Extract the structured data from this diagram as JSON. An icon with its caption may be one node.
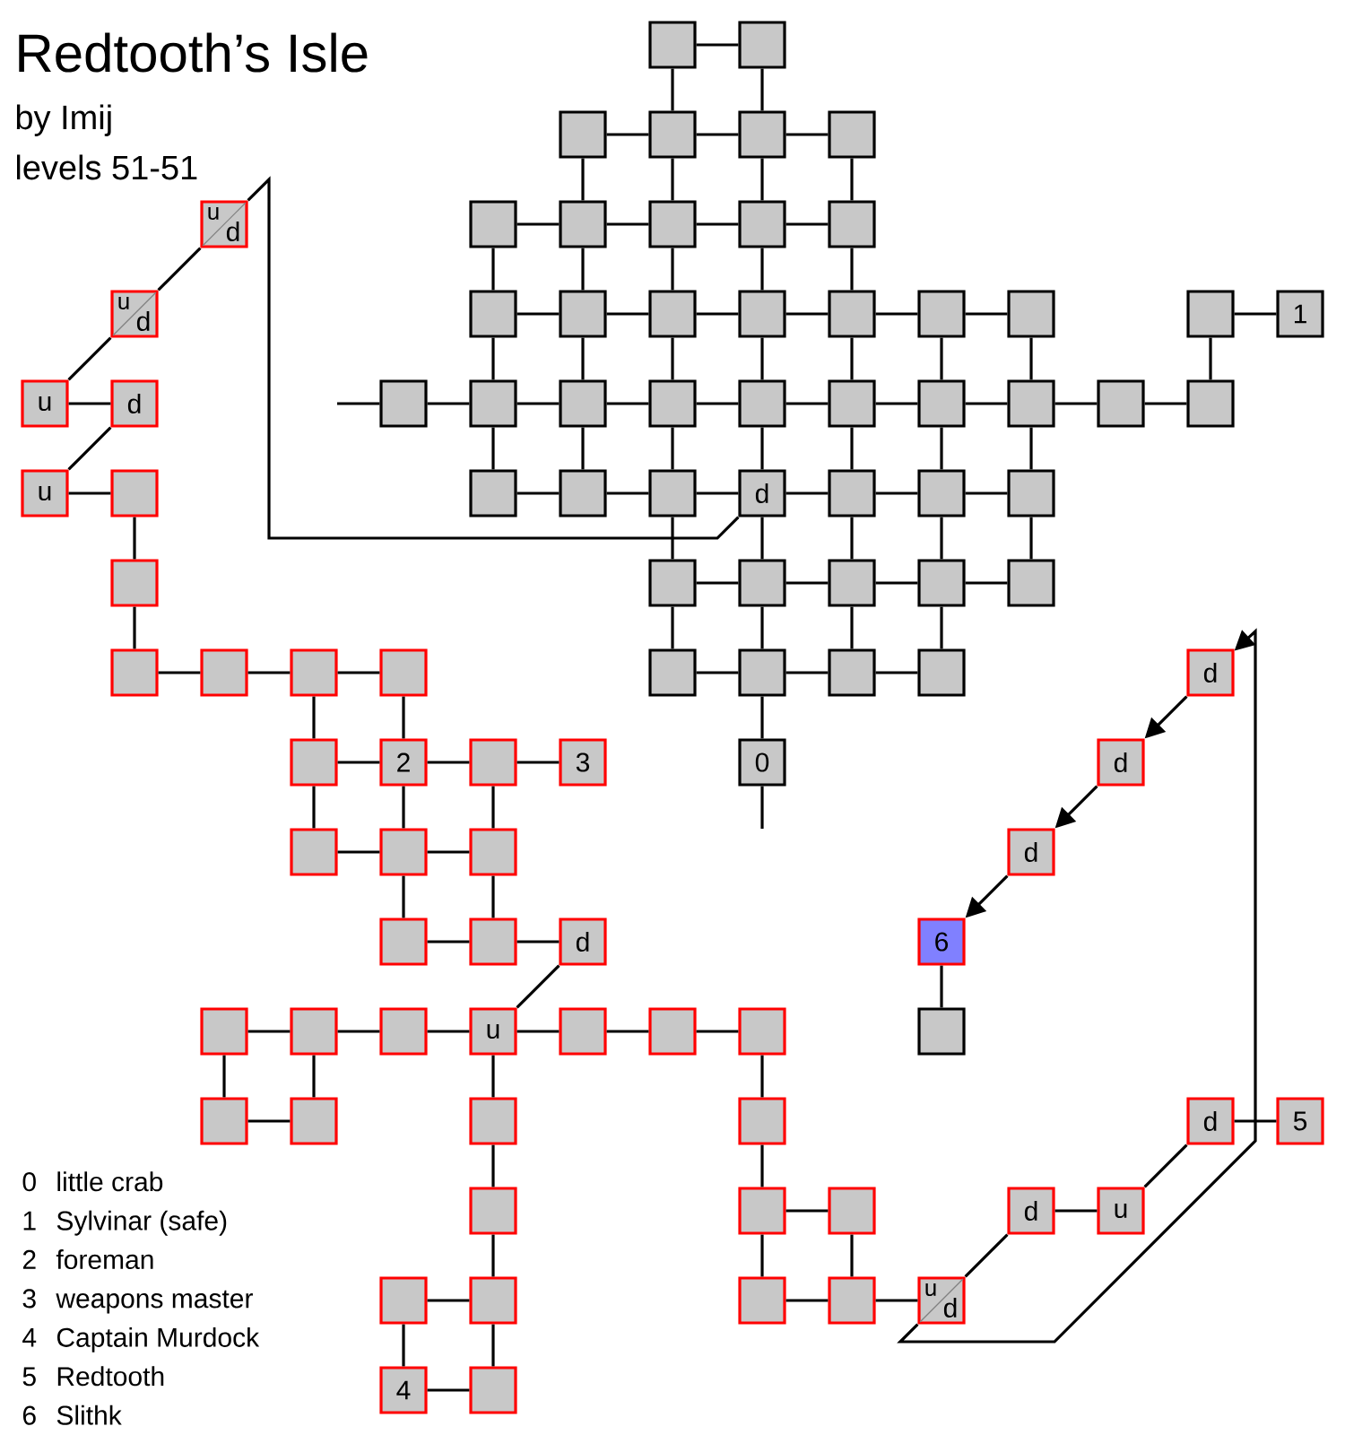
{
  "diagram": {
    "title": "Redtooth’s Isle",
    "nodes": [
      {
        "text": [],
        "shape": "box"
      },
      {
        "text": [],
        "shape": "box"
      },
      {
        "text": [],
        "shape": "box"
      },
      {
        "text": [],
        "shape": "box"
      },
      {
        "text": [],
        "shape": "box"
      },
      {
        "text": [],
        "shape": "box"
      },
      {
        "text": [
          "u",
          "d"
        ]
      },
      {
        "text": [],
        "shape": "box"
      },
      {
        "text": [],
        "shape": "box"
      },
      {
        "text": [],
        "shape": "box"
      },
      {
        "text": [],
        "shape": "box"
      },
      {
        "text": [],
        "shape": "box"
      },
      {
        "text": [
          "u",
          "d"
        ]
      },
      {
        "text": [],
        "shape": "box"
      },
      {
        "text": [],
        "shape": "box"
      },
      {
        "text": [],
        "shape": "box"
      },
      {
        "text": [],
        "shape": "box"
      },
      {
        "text": [],
        "shape": "box"
      },
      {
        "text": [],
        "shape": "box"
      },
      {
        "text": [],
        "shape": "box"
      },
      {
        "text": [],
        "shape": "box"
      },
      {
        "text": [
          "1"
        ]
      },
      {
        "text": [
          "u"
        ]
      },
      {
        "text": [
          "d"
        ]
      },
      {
        "text": [],
        "shape": "box"
      },
      {
        "text": [],
        "shape": "box"
      },
      {
        "text": [],
        "shape": "box"
      },
      {
        "text": [],
        "shape": "box"
      },
      {
        "text": [],
        "shape": "box"
      },
      {
        "text": [],
        "shape": "box"
      },
      {
        "text": [],
        "shape": "box"
      },
      {
        "text": [],
        "shape": "box"
      },
      {
        "text": [],
        "shape": "box"
      },
      {
        "text": [],
        "shape": "box"
      },
      {
        "text": [
          "u"
        ]
      },
      {
        "text": [],
        "shape": "box"
      },
      {
        "text": [],
        "shape": "box"
      },
      {
        "text": [],
        "shape": "box"
      },
      {
        "text": [],
        "shape": "box"
      },
      {
        "text": [
          "d"
        ]
      },
      {
        "text": [],
        "shape": "box"
      },
      {
        "text": [],
        "shape": "box"
      },
      {
        "text": [],
        "shape": "box"
      },
      {
        "text": [],
        "shape": "box"
      },
      {
        "text": [],
        "shape": "box"
      },
      {
        "text": [],
        "shape": "box"
      },
      {
        "text": [],
        "shape": "box"
      },
      {
        "text": [],
        "shape": "box"
      },
      {
        "text": [],
        "shape": "box"
      },
      {
        "text": [],
        "shape": "box"
      },
      {
        "text": [],
        "shape": "box"
      },
      {
        "text": [],
        "shape": "box"
      },
      {
        "text": [],
        "shape": "box"
      },
      {
        "text": [],
        "shape": "box"
      },
      {
        "text": [],
        "shape": "box"
      },
      {
        "text": [],
        "shape": "box"
      },
      {
        "text": [],
        "shape": "box"
      },
      {
        "text": [
          "d"
        ]
      },
      {
        "text": [],
        "shape": "box"
      },
      {
        "text": [
          "2"
        ]
      },
      {
        "text": [],
        "shape": "box"
      },
      {
        "text": [
          "3"
        ]
      },
      {
        "text": [
          "0"
        ]
      },
      {
        "text": [
          "d"
        ]
      },
      {
        "text": [],
        "shape": "box"
      },
      {
        "text": [],
        "shape": "box"
      },
      {
        "text": [],
        "shape": "box"
      },
      {
        "text": [
          "d"
        ]
      },
      {
        "text": [],
        "shape": "box"
      },
      {
        "text": [],
        "shape": "box"
      },
      {
        "text": [
          "d"
        ]
      },
      {
        "text": [
          "6"
        ]
      },
      {
        "text": [],
        "shape": "box"
      },
      {
        "text": [],
        "shape": "box"
      },
      {
        "text": [],
        "shape": "box"
      },
      {
        "text": [
          "u"
        ]
      },
      {
        "text": [],
        "shape": "box"
      },
      {
        "text": [],
        "shape": "box"
      },
      {
        "text": [],
        "shape": "box"
      },
      {
        "text": [],
        "shape": "box"
      },
      {
        "text": [],
        "shape": "box"
      },
      {
        "text": [],
        "shape": "box"
      },
      {
        "text": [],
        "shape": "box"
      },
      {
        "text": [],
        "shape": "box"
      },
      {
        "text": [
          "d"
        ]
      },
      {
        "text": [
          "5"
        ]
      },
      {
        "text": [],
        "shape": "box"
      },
      {
        "text": [],
        "shape": "box"
      },
      {
        "text": [],
        "shape": "box"
      },
      {
        "text": [
          "d"
        ]
      },
      {
        "text": [
          "u"
        ]
      },
      {
        "text": [],
        "shape": "box"
      },
      {
        "text": [],
        "shape": "box"
      },
      {
        "text": [],
        "shape": "box"
      },
      {
        "text": [],
        "shape": "box"
      },
      {
        "text": [
          "u",
          "d"
        ]
      },
      {
        "text": [
          "4"
        ]
      },
      {
        "text": [],
        "shape": "box"
      }
    ],
    "edges": [
      {
        "from": 0,
        "to": 1,
        "arrow": "none"
      },
      {
        "from": 0,
        "to": 3,
        "arrow": "none"
      },
      {
        "from": 1,
        "to": 4,
        "arrow": "none"
      },
      {
        "from": 2,
        "to": 3,
        "arrow": "none"
      },
      {
        "from": 3,
        "to": 4,
        "arrow": "none"
      },
      {
        "from": 4,
        "to": 5,
        "arrow": "none"
      },
      {
        "from": 2,
        "to": 8,
        "arrow": "none"
      },
      {
        "from": 3,
        "to": 9,
        "arrow": "none"
      },
      {
        "from": 4,
        "to": 10,
        "arrow": "none"
      },
      {
        "from": 5,
        "to": 11,
        "arrow": "none"
      },
      {
        "from": 7,
        "to": 8,
        "arrow": "none"
      },
      {
        "from": 8,
        "to": 9,
        "arrow": "none"
      },
      {
        "from": 9,
        "to": 10,
        "arrow": "none"
      },
      {
        "from": 10,
        "to": 11,
        "arrow": "none"
      },
      {
        "from": 7,
        "to": 13,
        "arrow": "none"
      },
      {
        "from": 8,
        "to": 14,
        "arrow": "none"
      },
      {
        "from": 9,
        "to": 15,
        "arrow": "none"
      },
      {
        "from": 10,
        "to": 16,
        "arrow": "none"
      },
      {
        "from": 11,
        "to": 17,
        "arrow": "none"
      },
      {
        "from": 13,
        "to": 14,
        "arrow": "none"
      },
      {
        "from": 14,
        "to": 15,
        "arrow": "none"
      },
      {
        "from": 15,
        "to": 16,
        "arrow": "none"
      },
      {
        "from": 16,
        "to": 17,
        "arrow": "none"
      },
      {
        "from": 17,
        "to": 18,
        "arrow": "none"
      },
      {
        "from": 18,
        "to": 19,
        "arrow": "none"
      },
      {
        "from": 20,
        "to": 21,
        "arrow": "none"
      },
      {
        "from": 13,
        "to": 25,
        "arrow": "none"
      },
      {
        "from": 14,
        "to": 26,
        "arrow": "none"
      },
      {
        "from": 15,
        "to": 27,
        "arrow": "none"
      },
      {
        "from": 16,
        "to": 28,
        "arrow": "none"
      },
      {
        "from": 17,
        "to": 29,
        "arrow": "none"
      },
      {
        "from": 18,
        "to": 30,
        "arrow": "none"
      },
      {
        "from": 19,
        "to": 31,
        "arrow": "none"
      },
      {
        "from": 20,
        "to": 33,
        "arrow": "none"
      },
      {
        "from": 24,
        "to": 25,
        "arrow": "none"
      },
      {
        "from": 25,
        "to": 26,
        "arrow": "none"
      },
      {
        "from": 26,
        "to": 27,
        "arrow": "none"
      },
      {
        "from": 27,
        "to": 28,
        "arrow": "none"
      },
      {
        "from": 28,
        "to": 29,
        "arrow": "none"
      },
      {
        "from": 29,
        "to": 30,
        "arrow": "none"
      },
      {
        "from": 30,
        "to": 31,
        "arrow": "none"
      },
      {
        "from": 31,
        "to": 32,
        "arrow": "none"
      },
      {
        "from": 32,
        "to": 33,
        "arrow": "none"
      },
      {
        "from": null,
        "to": 24,
        "arrow": "none"
      },
      {
        "from": 25,
        "to": 36,
        "arrow": "none"
      },
      {
        "from": 26,
        "to": 37,
        "arrow": "none"
      },
      {
        "from": 27,
        "to": 38,
        "arrow": "none"
      },
      {
        "from": 28,
        "to": 39,
        "arrow": "none"
      },
      {
        "from": 29,
        "to": 40,
        "arrow": "none"
      },
      {
        "from": 30,
        "to": 41,
        "arrow": "none"
      },
      {
        "from": 31,
        "to": 42,
        "arrow": "none"
      },
      {
        "from": 36,
        "to": 37,
        "arrow": "none"
      },
      {
        "from": 37,
        "to": 38,
        "arrow": "none"
      },
      {
        "from": 38,
        "to": 39,
        "arrow": "none"
      },
      {
        "from": 39,
        "to": 40,
        "arrow": "none"
      },
      {
        "from": 40,
        "to": 41,
        "arrow": "none"
      },
      {
        "from": 41,
        "to": 42,
        "arrow": "none"
      },
      {
        "from": 38,
        "to": 44,
        "arrow": "none"
      },
      {
        "from": 39,
        "to": 45,
        "arrow": "none"
      },
      {
        "from": 40,
        "to": 46,
        "arrow": "none"
      },
      {
        "from": 41,
        "to": 47,
        "arrow": "none"
      },
      {
        "from": 42,
        "to": 48,
        "arrow": "none"
      },
      {
        "from": 44,
        "to": 45,
        "arrow": "none"
      },
      {
        "from": 45,
        "to": 46,
        "arrow": "none"
      },
      {
        "from": 46,
        "to": 47,
        "arrow": "none"
      },
      {
        "from": 47,
        "to": 48,
        "arrow": "none"
      },
      {
        "from": 44,
        "to": 53,
        "arrow": "none"
      },
      {
        "from": 45,
        "to": 54,
        "arrow": "none"
      },
      {
        "from": 46,
        "to": 55,
        "arrow": "none"
      },
      {
        "from": 47,
        "to": 56,
        "arrow": "none"
      },
      {
        "from": 53,
        "to": 54,
        "arrow": "none"
      },
      {
        "from": 54,
        "to": 55,
        "arrow": "none"
      },
      {
        "from": 55,
        "to": 56,
        "arrow": "none"
      },
      {
        "from": 54,
        "to": 62,
        "arrow": "none"
      },
      {
        "from": 62,
        "to": null,
        "arrow": "none"
      },
      {
        "from": 39,
        "to": 6,
        "arrow": "none"
      },
      {
        "from": 6,
        "to": 12,
        "arrow": "none"
      },
      {
        "from": 12,
        "to": 22,
        "arrow": "none"
      },
      {
        "from": 22,
        "to": 23,
        "arrow": "none"
      },
      {
        "from": 23,
        "to": 34,
        "arrow": "none"
      },
      {
        "from": 34,
        "to": 35,
        "arrow": "none"
      },
      {
        "from": 35,
        "to": 43,
        "arrow": "none"
      },
      {
        "from": 43,
        "to": 49,
        "arrow": "none"
      },
      {
        "from": 49,
        "to": 50,
        "arrow": "none"
      },
      {
        "from": 50,
        "to": 51,
        "arrow": "none"
      },
      {
        "from": 51,
        "to": 52,
        "arrow": "none"
      },
      {
        "from": 51,
        "to": 58,
        "arrow": "none"
      },
      {
        "from": 52,
        "to": 59,
        "arrow": "none"
      },
      {
        "from": 58,
        "to": 59,
        "arrow": "none"
      },
      {
        "from": 59,
        "to": 60,
        "arrow": "none"
      },
      {
        "from": 60,
        "to": 61,
        "arrow": "none"
      },
      {
        "from": 58,
        "to": 64,
        "arrow": "none"
      },
      {
        "from": 59,
        "to": 65,
        "arrow": "none"
      },
      {
        "from": 60,
        "to": 66,
        "arrow": "none"
      },
      {
        "from": 64,
        "to": 65,
        "arrow": "none"
      },
      {
        "from": 65,
        "to": 66,
        "arrow": "none"
      },
      {
        "from": 65,
        "to": 68,
        "arrow": "none"
      },
      {
        "from": 66,
        "to": 69,
        "arrow": "none"
      },
      {
        "from": 68,
        "to": 69,
        "arrow": "none"
      },
      {
        "from": 69,
        "to": 70,
        "arrow": "none"
      },
      {
        "from": 70,
        "to": 75,
        "arrow": "none"
      },
      {
        "from": 72,
        "to": 73,
        "arrow": "none"
      },
      {
        "from": 73,
        "to": 74,
        "arrow": "none"
      },
      {
        "from": 74,
        "to": 75,
        "arrow": "none"
      },
      {
        "from": 75,
        "to": 76,
        "arrow": "none"
      },
      {
        "from": 76,
        "to": 77,
        "arrow": "none"
      },
      {
        "from": 77,
        "to": 78,
        "arrow": "none"
      },
      {
        "from": 72,
        "to": 80,
        "arrow": "none"
      },
      {
        "from": 73,
        "to": 81,
        "arrow": "none"
      },
      {
        "from": 75,
        "to": 82,
        "arrow": "none"
      },
      {
        "from": 78,
        "to": 83,
        "arrow": "none"
      },
      {
        "from": 80,
        "to": 81,
        "arrow": "none"
      },
      {
        "from": 82,
        "to": 86,
        "arrow": "none"
      },
      {
        "from": 83,
        "to": 87,
        "arrow": "none"
      },
      {
        "from": 86,
        "to": 92,
        "arrow": "none"
      },
      {
        "from": 87,
        "to": 88,
        "arrow": "none"
      },
      {
        "from": 88,
        "to": 94,
        "arrow": "none"
      },
      {
        "from": 87,
        "to": 93,
        "arrow": "none"
      },
      {
        "from": 93,
        "to": 94,
        "arrow": "none"
      },
      {
        "from": 94,
        "to": 95,
        "arrow": "none"
      },
      {
        "from": 91,
        "to": 92,
        "arrow": "none"
      },
      {
        "from": 91,
        "to": 96,
        "arrow": "none"
      },
      {
        "from": 92,
        "to": 97,
        "arrow": "none"
      },
      {
        "from": 96,
        "to": 97,
        "arrow": "none"
      },
      {
        "from": 95,
        "to": 89,
        "arrow": "none"
      },
      {
        "from": 89,
        "to": 90,
        "arrow": "none"
      },
      {
        "from": 90,
        "to": 84,
        "arrow": "none"
      },
      {
        "from": 84,
        "to": 85,
        "arrow": "none"
      },
      {
        "from": 95,
        "to": 57,
        "arrow": "to"
      },
      {
        "from": 57,
        "to": 63,
        "arrow": "to"
      },
      {
        "from": 63,
        "to": 67,
        "arrow": "to"
      },
      {
        "from": 67,
        "to": 71,
        "arrow": "to"
      },
      {
        "from": 71,
        "to": 79,
        "arrow": "none"
      }
    ],
    "labels": [
      "by Imij",
      "levels 51-51",
      "0",
      "little crab",
      "1",
      "Sylvinar (safe)",
      "2",
      "foreman",
      "3",
      "weapons master",
      "4",
      "Captain Murdock",
      "5",
      "Redtooth",
      "6",
      "Slithk"
    ]
  }
}
